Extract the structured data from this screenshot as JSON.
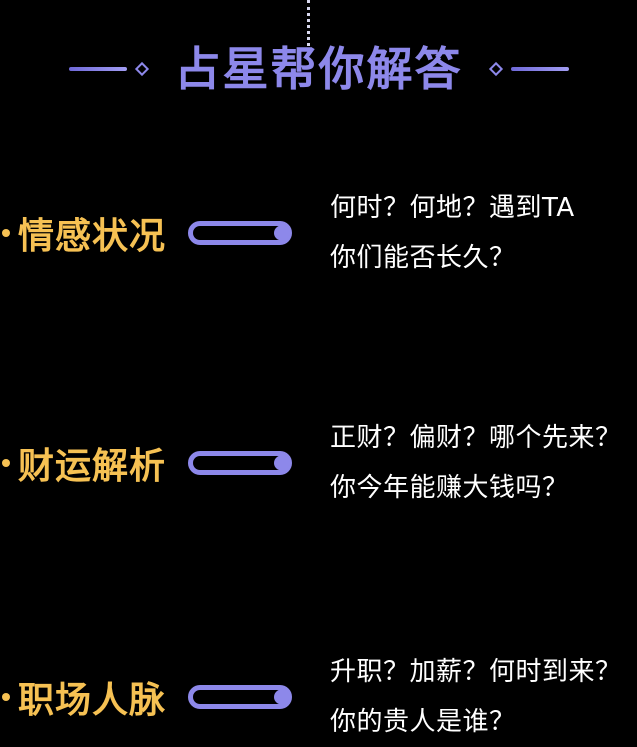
{
  "header": {
    "title": "占星帮你解答"
  },
  "sections": [
    {
      "label": "情感状况",
      "lines": [
        "何时？何地？遇到TA",
        "你们能否长久？"
      ]
    },
    {
      "label": "财运解析",
      "lines": [
        "正财？偏财？哪个先来？",
        "你今年能赚大钱吗？"
      ]
    },
    {
      "label": "职场人脉",
      "lines": [
        "升职？加薪？何时到来？",
        "你的贵人是谁？"
      ]
    }
  ],
  "colors": {
    "background": "#000000",
    "accent_purple": "#8d88ea",
    "label_yellow": "#f6c153",
    "body_text": "#ffffff",
    "dotted_line": "#d9d9ef"
  }
}
